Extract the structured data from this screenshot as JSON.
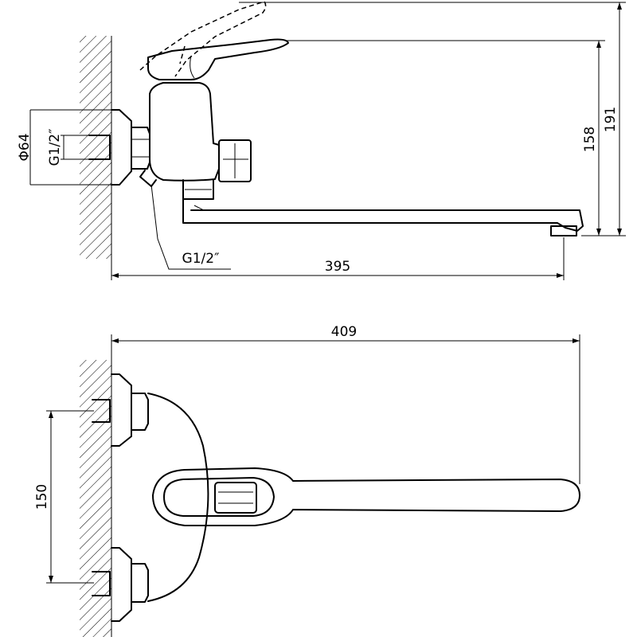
{
  "drawing": {
    "side_view": {
      "labels": {
        "dia": "Φ64",
        "thread_top": "G1/2″",
        "height_inner": "158",
        "height_outer": "191",
        "thread_bottom": "G1/2″",
        "length": "395"
      }
    },
    "top_view": {
      "labels": {
        "length": "409",
        "spacing": "150"
      }
    }
  }
}
